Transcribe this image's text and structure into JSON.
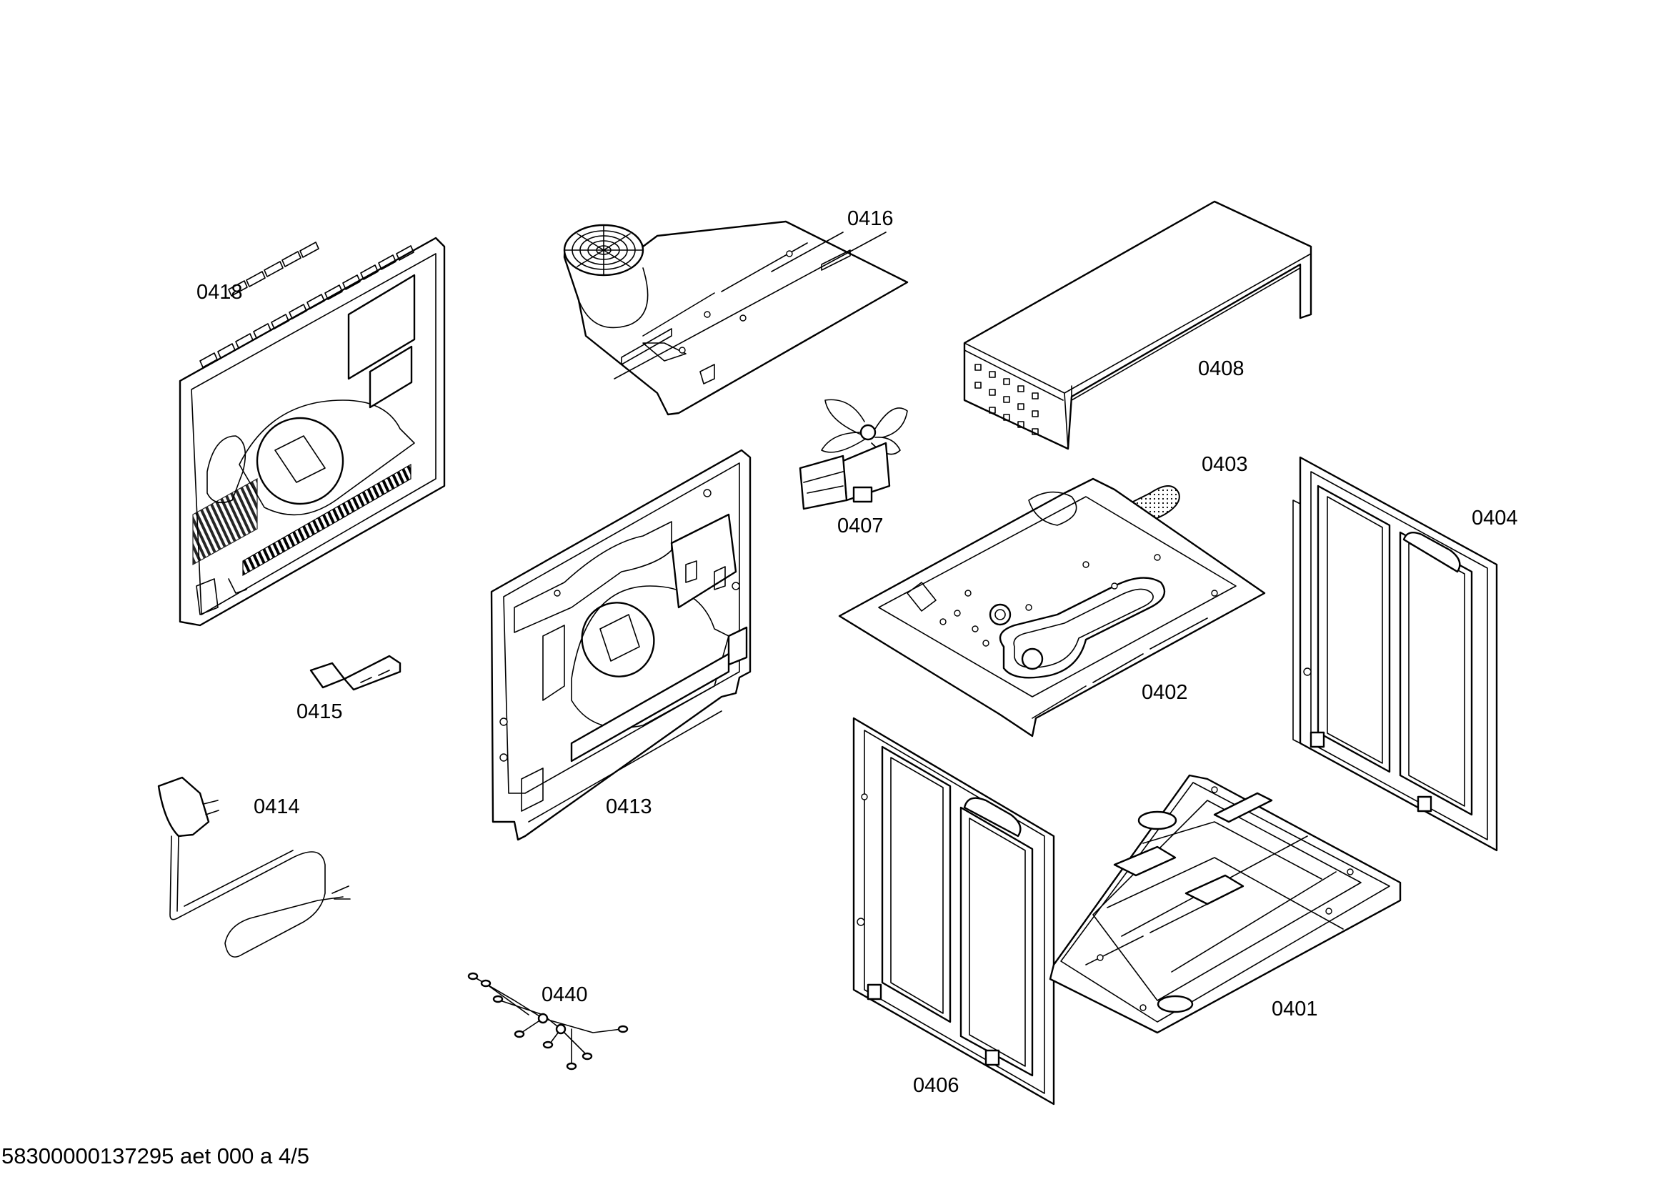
{
  "parts": {
    "p0401": "0401",
    "p0402": "0402",
    "p0403": "0403",
    "p0404": "0404",
    "p0406": "0406",
    "p0407": "0407",
    "p0408": "0408",
    "p0413": "0413",
    "p0414": "0414",
    "p0415": "0415",
    "p0416": "0416",
    "p0418": "0418",
    "p0440": "0440"
  },
  "footer": "58300000137295 aet 000 a 4/5"
}
